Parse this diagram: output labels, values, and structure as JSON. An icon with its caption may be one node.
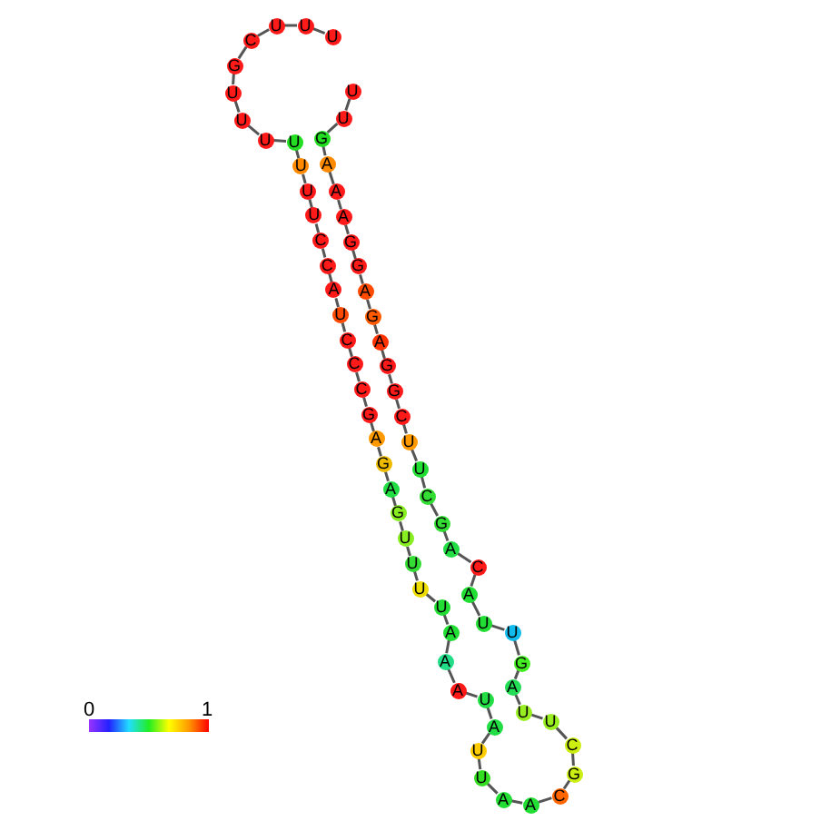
{
  "diagram": {
    "nodes": [
      {
        "text": [
          "U"
        ]
      },
      {
        "text": [
          "U"
        ]
      },
      {
        "text": [
          "G"
        ]
      },
      {
        "text": [
          "A"
        ]
      },
      {
        "text": [
          "A"
        ]
      },
      {
        "text": [
          "A"
        ]
      },
      {
        "text": [
          "G"
        ]
      },
      {
        "text": [
          "G"
        ]
      },
      {
        "text": [
          "A"
        ]
      },
      {
        "text": [
          "G"
        ]
      },
      {
        "text": [
          "A"
        ]
      },
      {
        "text": [
          "G"
        ]
      },
      {
        "text": [
          "G"
        ]
      },
      {
        "text": [
          "C"
        ]
      },
      {
        "text": [
          "U"
        ]
      },
      {
        "text": [
          "U"
        ]
      },
      {
        "text": [
          "C"
        ]
      },
      {
        "text": [
          "G"
        ]
      },
      {
        "text": [
          "A"
        ]
      },
      {
        "text": [
          "C"
        ]
      },
      {
        "text": [
          "A"
        ]
      },
      {
        "text": [
          "U"
        ]
      },
      {
        "text": [
          "U"
        ]
      },
      {
        "text": [
          "G"
        ]
      },
      {
        "text": [
          "A"
        ]
      },
      {
        "text": [
          "U"
        ]
      },
      {
        "text": [
          "U"
        ]
      },
      {
        "text": [
          "C"
        ]
      },
      {
        "text": [
          "G"
        ]
      },
      {
        "text": [
          "C"
        ]
      },
      {
        "text": [
          "A"
        ]
      },
      {
        "text": [
          "A"
        ]
      },
      {
        "text": [
          "U"
        ]
      },
      {
        "text": [
          "U"
        ]
      },
      {
        "text": [
          "A"
        ]
      },
      {
        "text": [
          "U"
        ]
      },
      {
        "text": [
          "A"
        ]
      },
      {
        "text": [
          "A"
        ]
      },
      {
        "text": [
          "A"
        ]
      },
      {
        "text": [
          "U"
        ]
      },
      {
        "text": [
          "U"
        ]
      },
      {
        "text": [
          "U"
        ]
      },
      {
        "text": [
          "U"
        ]
      },
      {
        "text": [
          "G"
        ]
      },
      {
        "text": [
          "A"
        ]
      },
      {
        "text": [
          "G"
        ]
      },
      {
        "text": [
          "A"
        ]
      },
      {
        "text": [
          "G"
        ]
      },
      {
        "text": [
          "C"
        ]
      },
      {
        "text": [
          "C"
        ]
      },
      {
        "text": [
          "C"
        ]
      },
      {
        "text": [
          "U"
        ]
      },
      {
        "text": [
          "A"
        ]
      },
      {
        "text": [
          "C"
        ]
      },
      {
        "text": [
          "C"
        ]
      },
      {
        "text": [
          "U"
        ]
      },
      {
        "text": [
          "U"
        ]
      },
      {
        "text": [
          "U"
        ]
      },
      {
        "text": [
          "U"
        ]
      },
      {
        "text": [
          "U"
        ]
      },
      {
        "text": [
          "U"
        ]
      },
      {
        "text": [
          "U"
        ]
      },
      {
        "text": [
          "G"
        ]
      },
      {
        "text": [
          "C"
        ]
      },
      {
        "text": [
          "U"
        ]
      },
      {
        "text": [
          "U"
        ]
      },
      {
        "text": [
          "U"
        ]
      }
    ],
    "edges": [
      {
        "from": 0,
        "to": 1,
        "arrow": "none"
      },
      {
        "from": 1,
        "to": 2,
        "arrow": "none"
      },
      {
        "from": 2,
        "to": 3,
        "arrow": "none"
      },
      {
        "from": 3,
        "to": 4,
        "arrow": "none"
      },
      {
        "from": 4,
        "to": 5,
        "arrow": "none"
      },
      {
        "from": 5,
        "to": 6,
        "arrow": "none"
      },
      {
        "from": 6,
        "to": 7,
        "arrow": "none"
      },
      {
        "from": 7,
        "to": 8,
        "arrow": "none"
      },
      {
        "from": 8,
        "to": 9,
        "arrow": "none"
      },
      {
        "from": 9,
        "to": 10,
        "arrow": "none"
      },
      {
        "from": 10,
        "to": 11,
        "arrow": "none"
      },
      {
        "from": 11,
        "to": 12,
        "arrow": "none"
      },
      {
        "from": 12,
        "to": 13,
        "arrow": "none"
      },
      {
        "from": 13,
        "to": 14,
        "arrow": "none"
      },
      {
        "from": 14,
        "to": 15,
        "arrow": "none"
      },
      {
        "from": 15,
        "to": 16,
        "arrow": "none"
      },
      {
        "from": 16,
        "to": 17,
        "arrow": "none"
      },
      {
        "from": 17,
        "to": 18,
        "arrow": "none"
      },
      {
        "from": 18,
        "to": 19,
        "arrow": "none"
      },
      {
        "from": 19,
        "to": 20,
        "arrow": "none"
      },
      {
        "from": 20,
        "to": 21,
        "arrow": "none"
      },
      {
        "from": 21,
        "to": 22,
        "arrow": "none"
      },
      {
        "from": 22,
        "to": 23,
        "arrow": "none"
      },
      {
        "from": 23,
        "to": 24,
        "arrow": "none"
      },
      {
        "from": 24,
        "to": 25,
        "arrow": "none"
      },
      {
        "from": 25,
        "to": 26,
        "arrow": "none"
      },
      {
        "from": 26,
        "to": 27,
        "arrow": "none"
      },
      {
        "from": 27,
        "to": 28,
        "arrow": "none"
      },
      {
        "from": 28,
        "to": 29,
        "arrow": "none"
      },
      {
        "from": 29,
        "to": 30,
        "arrow": "none"
      },
      {
        "from": 30,
        "to": 31,
        "arrow": "none"
      },
      {
        "from": 31,
        "to": 32,
        "arrow": "none"
      },
      {
        "from": 32,
        "to": 33,
        "arrow": "none"
      },
      {
        "from": 33,
        "to": 34,
        "arrow": "none"
      },
      {
        "from": 34,
        "to": 35,
        "arrow": "none"
      },
      {
        "from": 35,
        "to": 36,
        "arrow": "none"
      },
      {
        "from": 36,
        "to": 37,
        "arrow": "none"
      },
      {
        "from": 37,
        "to": 38,
        "arrow": "none"
      },
      {
        "from": 38,
        "to": 39,
        "arrow": "none"
      },
      {
        "from": 39,
        "to": 40,
        "arrow": "none"
      },
      {
        "from": 40,
        "to": 41,
        "arrow": "none"
      },
      {
        "from": 41,
        "to": 42,
        "arrow": "none"
      },
      {
        "from": 42,
        "to": 43,
        "arrow": "none"
      },
      {
        "from": 43,
        "to": 44,
        "arrow": "none"
      },
      {
        "from": 44,
        "to": 45,
        "arrow": "none"
      },
      {
        "from": 45,
        "to": 46,
        "arrow": "none"
      },
      {
        "from": 46,
        "to": 47,
        "arrow": "none"
      },
      {
        "from": 47,
        "to": 48,
        "arrow": "none"
      },
      {
        "from": 48,
        "to": 49,
        "arrow": "none"
      },
      {
        "from": 49,
        "to": 50,
        "arrow": "none"
      },
      {
        "from": 50,
        "to": 51,
        "arrow": "none"
      },
      {
        "from": 51,
        "to": 52,
        "arrow": "none"
      },
      {
        "from": 52,
        "to": 53,
        "arrow": "none"
      },
      {
        "from": 53,
        "to": 54,
        "arrow": "none"
      },
      {
        "from": 54,
        "to": 55,
        "arrow": "none"
      },
      {
        "from": 55,
        "to": 56,
        "arrow": "none"
      },
      {
        "from": 56,
        "to": 57,
        "arrow": "none"
      },
      {
        "from": 57,
        "to": 58,
        "arrow": "none"
      },
      {
        "from": 58,
        "to": 59,
        "arrow": "none"
      },
      {
        "from": 59,
        "to": 60,
        "arrow": "none"
      },
      {
        "from": 60,
        "to": 61,
        "arrow": "none"
      },
      {
        "from": 61,
        "to": 62,
        "arrow": "none"
      },
      {
        "from": 62,
        "to": 63,
        "arrow": "none"
      },
      {
        "from": 63,
        "to": 64,
        "arrow": "none"
      },
      {
        "from": 64,
        "to": 65,
        "arrow": "none"
      },
      {
        "from": 65,
        "to": 66,
        "arrow": "none"
      }
    ],
    "labels": [
      "0",
      "1"
    ]
  }
}
